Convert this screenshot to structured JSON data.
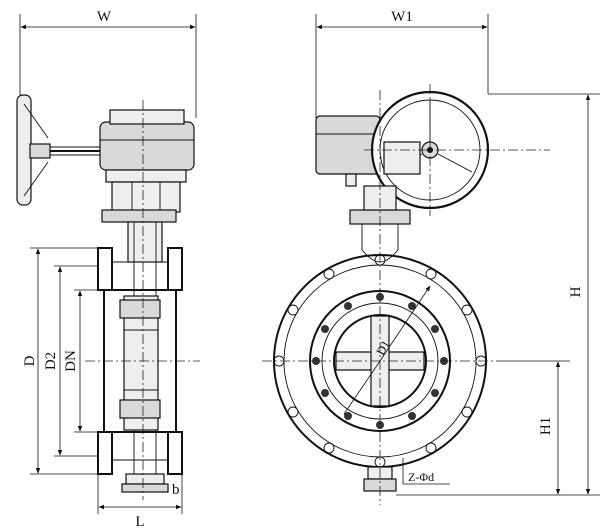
{
  "labels": {
    "w": "W",
    "w1": "W1",
    "d": "D",
    "d2": "D2",
    "dn": "DN",
    "l": "L",
    "b": "b",
    "h": "H",
    "h1": "H1",
    "d1": "D1",
    "z_phi_d": "Z-Φd"
  }
}
